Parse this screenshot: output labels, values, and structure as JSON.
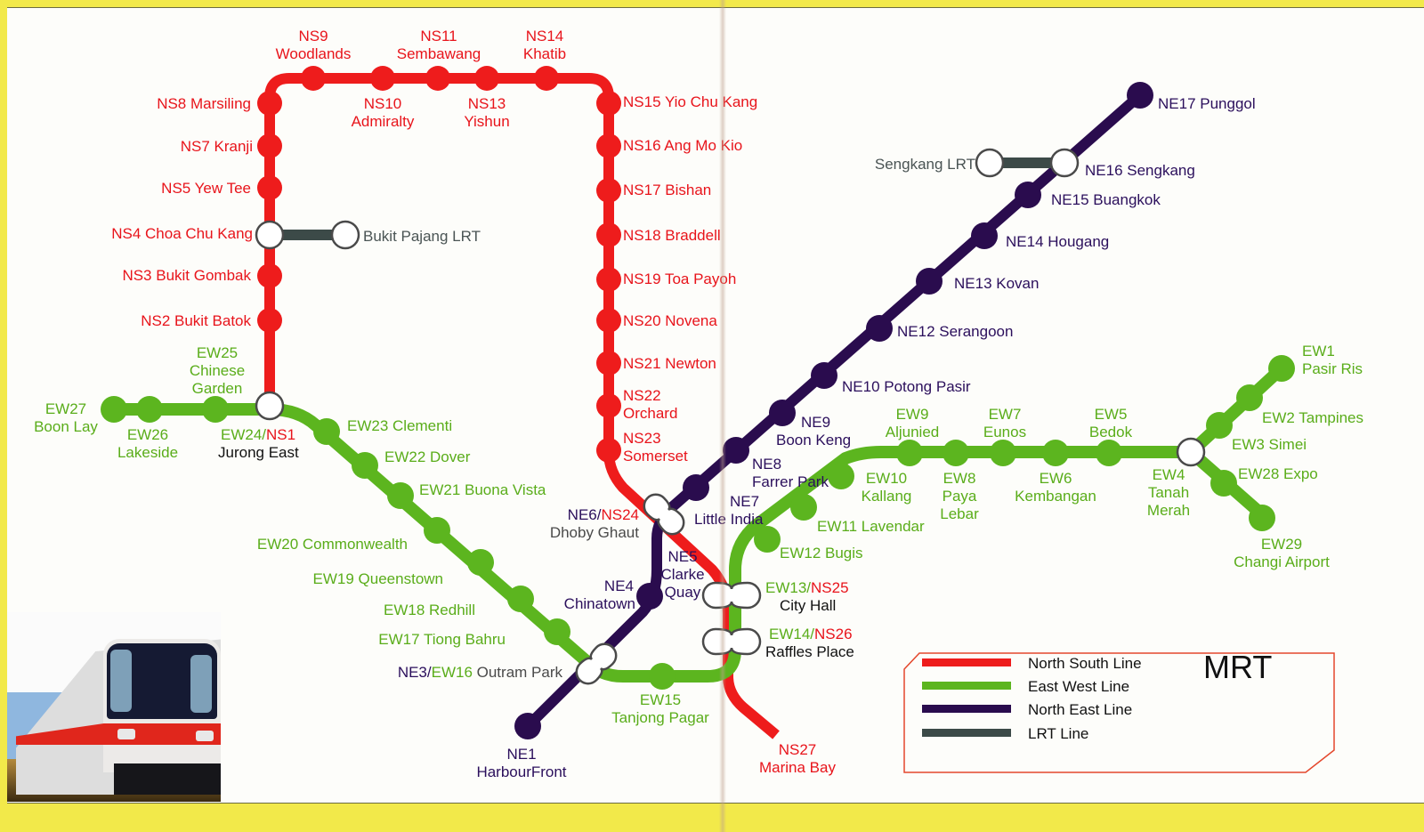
{
  "title": "MRT",
  "colors": {
    "ns": "#ee1c1c",
    "ew": "#5cb51f",
    "ne": "#2a0c4e",
    "lrt": "#3c4a48",
    "ns_text": "#e8141b",
    "ew_text": "#5aad1a",
    "ne_text": "#2b0f5c",
    "lrt_text": "#3f4a4a",
    "interchange_text": "#111111",
    "legend_border": "#e4472c",
    "paper": "#fdfdfa",
    "frame": "#f2e94a"
  },
  "legend": {
    "title": "MRT",
    "items": [
      {
        "label": "North South Line",
        "color": "#ee1c1c"
      },
      {
        "label": "East West Line",
        "color": "#5cb51f"
      },
      {
        "label": "North East Line",
        "color": "#2a0c4e"
      },
      {
        "label": "LRT Line",
        "color": "#3c4a48"
      }
    ]
  },
  "lines": {
    "north_south": {
      "name": "North South Line",
      "stations": [
        {
          "code": "NS1",
          "name": "Jurong East",
          "interchange": "EW24"
        },
        {
          "code": "NS2",
          "name": "Bukit Batok"
        },
        {
          "code": "NS3",
          "name": "Bukit Gombak"
        },
        {
          "code": "NS4",
          "name": "Choa Chu Kang",
          "lrt": "Bukit Pajang LRT"
        },
        {
          "code": "NS5",
          "name": "Yew Tee"
        },
        {
          "code": "NS7",
          "name": "Kranji"
        },
        {
          "code": "NS8",
          "name": "Marsiling"
        },
        {
          "code": "NS9",
          "name": "Woodlands"
        },
        {
          "code": "NS10",
          "name": "Admiralty"
        },
        {
          "code": "NS11",
          "name": "Sembawang"
        },
        {
          "code": "NS13",
          "name": "Yishun"
        },
        {
          "code": "NS14",
          "name": "Khatib"
        },
        {
          "code": "NS15",
          "name": "Yio Chu Kang"
        },
        {
          "code": "NS16",
          "name": "Ang Mo Kio"
        },
        {
          "code": "NS17",
          "name": "Bishan"
        },
        {
          "code": "NS18",
          "name": "Braddell"
        },
        {
          "code": "NS19",
          "name": "Toa Payoh"
        },
        {
          "code": "NS20",
          "name": "Novena"
        },
        {
          "code": "NS21",
          "name": "Newton"
        },
        {
          "code": "NS22",
          "name": "Orchard"
        },
        {
          "code": "NS23",
          "name": "Somerset"
        },
        {
          "code": "NS24",
          "name": "Dhoby Ghaut",
          "interchange": "NE6"
        },
        {
          "code": "NS25",
          "name": "City Hall",
          "interchange": "EW13"
        },
        {
          "code": "NS26",
          "name": "Raffles Place",
          "interchange": "EW14"
        },
        {
          "code": "NS27",
          "name": "Marina Bay"
        }
      ]
    },
    "east_west": {
      "name": "East West Line",
      "stations": [
        {
          "code": "EW1",
          "name": "Pasir Ris"
        },
        {
          "code": "EW2",
          "name": "Tampines"
        },
        {
          "code": "EW3",
          "name": "Simei"
        },
        {
          "code": "EW4",
          "name": "Tanah Merah"
        },
        {
          "code": "EW5",
          "name": "Bedok"
        },
        {
          "code": "EW6",
          "name": "Kembangan"
        },
        {
          "code": "EW7",
          "name": "Eunos"
        },
        {
          "code": "EW8",
          "name": "Paya Lebar"
        },
        {
          "code": "EW9",
          "name": "Aljunied"
        },
        {
          "code": "EW10",
          "name": "Kallang"
        },
        {
          "code": "EW11",
          "name": "Lavendar"
        },
        {
          "code": "EW12",
          "name": "Bugis"
        },
        {
          "code": "EW13",
          "name": "City Hall",
          "interchange": "NS25"
        },
        {
          "code": "EW14",
          "name": "Raffles Place",
          "interchange": "NS26"
        },
        {
          "code": "EW15",
          "name": "Tanjong Pagar"
        },
        {
          "code": "EW16",
          "name": "Outram Park",
          "interchange": "NE3"
        },
        {
          "code": "EW17",
          "name": "Tiong Bahru"
        },
        {
          "code": "EW18",
          "name": "Redhill"
        },
        {
          "code": "EW19",
          "name": "Queenstown"
        },
        {
          "code": "EW20",
          "name": "Commonwealth"
        },
        {
          "code": "EW21",
          "name": "Buona Vista"
        },
        {
          "code": "EW22",
          "name": "Dover"
        },
        {
          "code": "EW23",
          "name": "Clementi"
        },
        {
          "code": "EW24",
          "name": "Jurong East",
          "interchange": "NS1"
        },
        {
          "code": "EW25",
          "name": "Chinese Garden"
        },
        {
          "code": "EW26",
          "name": "Lakeside"
        },
        {
          "code": "EW27",
          "name": "Boon Lay"
        },
        {
          "code": "EW28",
          "name": "Expo"
        },
        {
          "code": "EW29",
          "name": "Changi Airport"
        }
      ]
    },
    "north_east": {
      "name": "North East Line",
      "stations": [
        {
          "code": "NE1",
          "name": "HarbourFront"
        },
        {
          "code": "NE3",
          "name": "Outram Park",
          "interchange": "EW16"
        },
        {
          "code": "NE4",
          "name": "Chinatown"
        },
        {
          "code": "NE5",
          "name": "Clarke Quay"
        },
        {
          "code": "NE6",
          "name": "Dhoby Ghaut",
          "interchange": "NS24"
        },
        {
          "code": "NE7",
          "name": "Little India"
        },
        {
          "code": "NE8",
          "name": "Farrer Park"
        },
        {
          "code": "NE9",
          "name": "Boon Keng"
        },
        {
          "code": "NE10",
          "name": "Potong Pasir"
        },
        {
          "code": "NE12",
          "name": "Serangoon"
        },
        {
          "code": "NE13",
          "name": "Kovan"
        },
        {
          "code": "NE14",
          "name": "Hougang"
        },
        {
          "code": "NE15",
          "name": "Buangkok"
        },
        {
          "code": "NE16",
          "name": "Sengkang",
          "lrt": "Sengkang LRT"
        },
        {
          "code": "NE17",
          "name": "Punggol"
        }
      ]
    },
    "lrt": [
      {
        "name": "Bukit Pajang LRT",
        "connects": "NS4"
      },
      {
        "name": "Sengkang LRT",
        "connects": "NE16"
      }
    ]
  },
  "labels": {
    "ns9": {
      "code": "NS9",
      "name": "Woodlands"
    },
    "ns10": {
      "code": "NS10",
      "name": "Admiralty"
    },
    "ns11": {
      "code": "NS11",
      "name": "Sembawang"
    },
    "ns13": {
      "code": "NS13",
      "name": "Yishun"
    },
    "ns14": {
      "code": "NS14",
      "name": "Khatib"
    },
    "ns8": "NS8 Marsiling",
    "ns7": "NS7 Kranji",
    "ns5": "NS5 Yew Tee",
    "ns4": "NS4 Choa Chu Kang",
    "ns3": "NS3 Bukit Gombak",
    "ns2": "NS2 Bukit Batok",
    "bukit_pajang_lrt": "Bukit Pajang LRT",
    "ns15": "NS15 Yio Chu Kang",
    "ns16": "NS16 Ang Mo Kio",
    "ns17": "NS17 Bishan",
    "ns18": "NS18 Braddell",
    "ns19": "NS19 Toa Payoh",
    "ns20": "NS20 Novena",
    "ns21": "NS21 Newton",
    "ns22": {
      "code": "NS22",
      "name": "Orchard"
    },
    "ns23": {
      "code": "NS23",
      "name": "Somerset"
    },
    "ns27": {
      "code": "NS27",
      "name": "Marina Bay"
    },
    "ew25": {
      "code": "EW25",
      "name1": "Chinese",
      "name2": "Garden"
    },
    "ew27": {
      "code": "EW27",
      "name": "Boon Lay"
    },
    "ew26": {
      "code": "EW26",
      "name": "Lakeside"
    },
    "ew24": {
      "code": "EW24/",
      "code2": "NS1",
      "name": "Jurong East"
    },
    "ew23": "EW23 Clementi",
    "ew22": "EW22 Dover",
    "ew21": "EW21 Buona Vista",
    "ew20": "EW20 Commonwealth",
    "ew19": "EW19 Queenstown",
    "ew18": "EW18 Redhill",
    "ew17": "EW17 Tiong Bahru",
    "ne3": {
      "code": "NE3/",
      "code2": "EW16",
      "name": " Outram Park"
    },
    "ew15": {
      "code": "EW15",
      "name": "Tanjong Pagar"
    },
    "ne1": {
      "code": "NE1",
      "name": "HarbourFront"
    },
    "ne4": {
      "code": "NE4",
      "name": "Chinatown"
    },
    "ne5": {
      "code": "NE5",
      "name1": "Clarke",
      "name2": "Quay"
    },
    "ne6": {
      "code": "NE6/",
      "code2": "NS24",
      "name": "Dhoby Ghaut"
    },
    "ne7": {
      "code": "NE7",
      "name": "Little India"
    },
    "ne8": {
      "code": "NE8",
      "name": "Farrer Park"
    },
    "ne9": {
      "code": "NE9",
      "name": "Boon Keng"
    },
    "ne10": "NE10 Potong Pasir",
    "ne12": "NE12 Serangoon",
    "ne13": "NE13 Kovan",
    "ne14": "NE14 Hougang",
    "ne15": "NE15 Buangkok",
    "ne16": "NE16 Sengkang",
    "ne17": "NE17 Punggol",
    "sengkang_lrt": "Sengkang LRT",
    "ew13": {
      "code": "EW13/",
      "code2": "NS25",
      "name": "City Hall"
    },
    "ew14": {
      "code": "EW14/",
      "code2": "NS26",
      "name": "Raffles Place"
    },
    "ew12": "EW12 Bugis",
    "ew11": "EW11 Lavendar",
    "ew10": {
      "code": "EW10",
      "name": "Kallang"
    },
    "ew9": {
      "code": "EW9",
      "name": "Aljunied"
    },
    "ew8": {
      "code": "EW8",
      "name1": "Paya",
      "name2": "Lebar"
    },
    "ew7": {
      "code": "EW7",
      "name": "Eunos"
    },
    "ew6": {
      "code": "EW6",
      "name": "Kembangan"
    },
    "ew5": {
      "code": "EW5",
      "name": "Bedok"
    },
    "ew4": {
      "code": "EW4",
      "name1": "Tanah",
      "name2": "Merah"
    },
    "ew1": {
      "code": "EW1",
      "name": "Pasir Ris"
    },
    "ew2": "EW2 Tampines",
    "ew3": "EW3 Simei",
    "ew28": "EW28 Expo",
    "ew29": {
      "code": "EW29",
      "name": "Changi Airport"
    }
  }
}
